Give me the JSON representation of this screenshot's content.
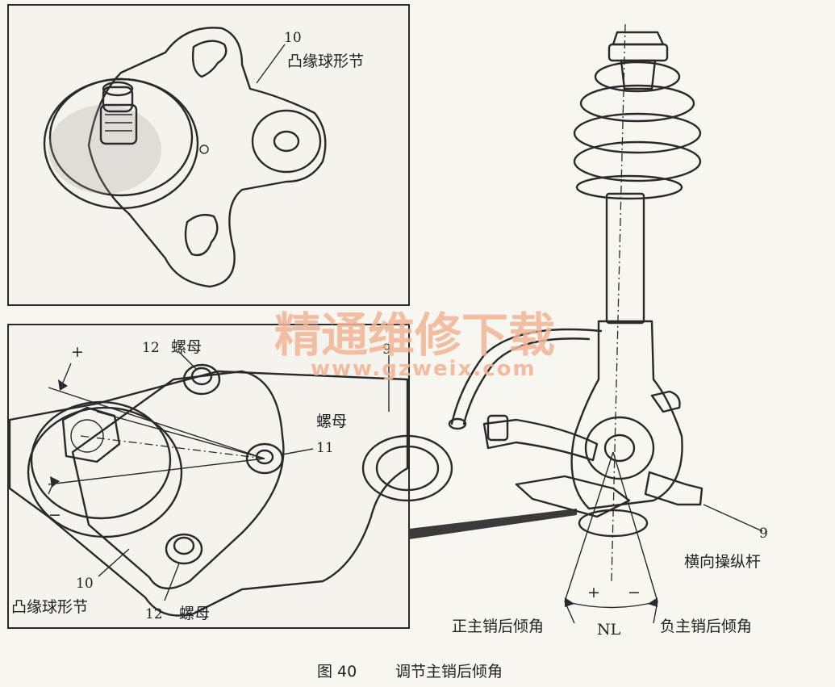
{
  "top_panel": {
    "part_number": "10",
    "part_label": "凸缘球形节"
  },
  "bottom_panel": {
    "nut_top_number": "12",
    "nut_top_label": "螺母",
    "plus_sign": "+",
    "minus_sign": "−",
    "number_9": "9",
    "nut_right_label": "螺母",
    "number_11": "11",
    "part_number": "10",
    "part_label": "凸缘球形节",
    "nut_bottom_number": "12",
    "nut_bottom_label": "螺母"
  },
  "right_figure": {
    "tie_rod_number": "9",
    "tie_rod_label": "横向操纵杆",
    "plus_sign": "+",
    "minus_sign": "−",
    "positive_caster_label": "正主销后倾角",
    "nl_label": "NL",
    "negative_caster_label": "负主销后倾角"
  },
  "watermark": {
    "title": "精通维修下载",
    "url": "www.gzweix.com"
  },
  "caption": {
    "figure_number": "图 40",
    "title": "调节主销后倾角"
  }
}
